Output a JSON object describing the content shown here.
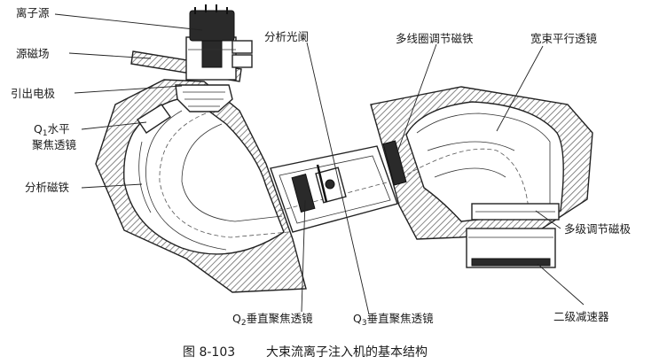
{
  "labels": {
    "ion_source": "离子源",
    "source_magnetic_field": "源磁场",
    "extraction_electrode": "引出电极",
    "q1_line1": "Q",
    "q1_sub": "1",
    "q1_line1_rest": "水平",
    "q1_line2": "聚焦透镜",
    "analyzing_magnet": "分析磁铁",
    "analyzing_aperture": "分析光阑",
    "multicoil_magnet": "多线圈调节磁铁",
    "wide_beam_lens": "宽束平行透镜",
    "multistage_pole": "多级调节磁极",
    "decelerator": "二级减速器",
    "q2_prefix": "Q",
    "q2_sub": "2",
    "q2_rest": "垂直聚焦透镜",
    "q3_prefix": "Q",
    "q3_sub": "3",
    "q3_rest": "垂直聚焦透镜"
  },
  "caption": {
    "number": "图 8-103",
    "title": "大束流离子注入机的基本结构"
  }
}
